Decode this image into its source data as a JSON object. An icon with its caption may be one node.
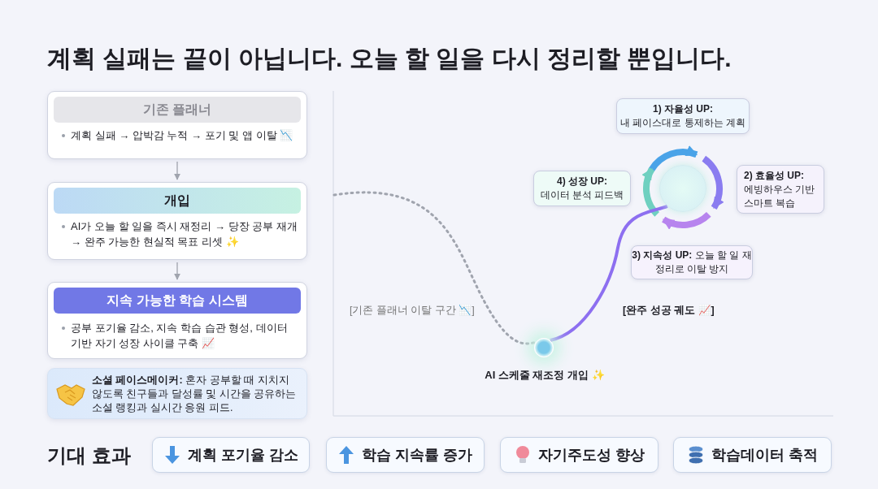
{
  "diagram": {
    "title": "계획 실패는 끝이 아닙니다. 오늘 할 일을 다시 정리할 뿐입니다.",
    "nodes": [
      {
        "text": [
          "기존 플래너",
          "계획 실패 → 압박감 누적 → 포기 및 앱 이탈 📉"
        ]
      },
      {
        "text": [
          "개입",
          "AI가 오늘 할 일을 즉시 재정리 → 당장 공부 재개 → 완주 가능한 현실적 목표 리셋 ✨"
        ]
      },
      {
        "text": [
          "지속 가능한 학습 시스템",
          "공부 포기율 감소, 지속 학습 습관 형성, 데이터 기반 자기 성장 사이클 구축 📈"
        ]
      },
      {
        "text": [
          "**소셜 페이스메이커:** 혼자 공부할 때 지치지 않도록 친구들과 달성률 및 시간을 공유하는 소셜 랭킹과 실시간 응원 피드."
        ]
      },
      {
        "text": [
          "1) 자율성 UP:",
          "내 페이스대로 통제하는 계획"
        ]
      },
      {
        "text": [
          "4) 성장 UP:",
          "데이터 분석 피드백"
        ]
      },
      {
        "text": [],
        "shape": "circle"
      },
      {
        "text": [
          "2) 효율성 UP:",
          "에빙하우스 기반 스마트 복습"
        ]
      },
      {
        "text": [
          "**3) 지속성 UP:** 오늘 할 일 재정리로 이탈 방지"
        ]
      },
      {
        "text": [],
        "shape": "circle",
        "beside": [
          "AI 스케줄 재조정 개입 ✨"
        ]
      },
      {
        "text": [
          "계획 포기율 감소"
        ]
      },
      {
        "text": [
          "학습 지속률 증가"
        ]
      },
      {
        "text": [
          "자기주도성 향상"
        ]
      },
      {
        "text": [
          "학습데이터 축적"
        ]
      }
    ],
    "edges": [
      {
        "from": 0,
        "to": 1,
        "arrow": "to"
      },
      {
        "from": 1,
        "to": 2,
        "arrow": "to"
      },
      {
        "from": null,
        "to": 9,
        "arrow": "none",
        "style": "dashed",
        "label": "[기존 플래너 이탈 구간 📉]"
      },
      {
        "from": 9,
        "to": 6,
        "arrow": "none",
        "style": "thick",
        "color": "#8d6ff0",
        "label": "[완주 성공 궤도 📈]"
      }
    ],
    "labels": [
      "기대 효과"
    ]
  }
}
